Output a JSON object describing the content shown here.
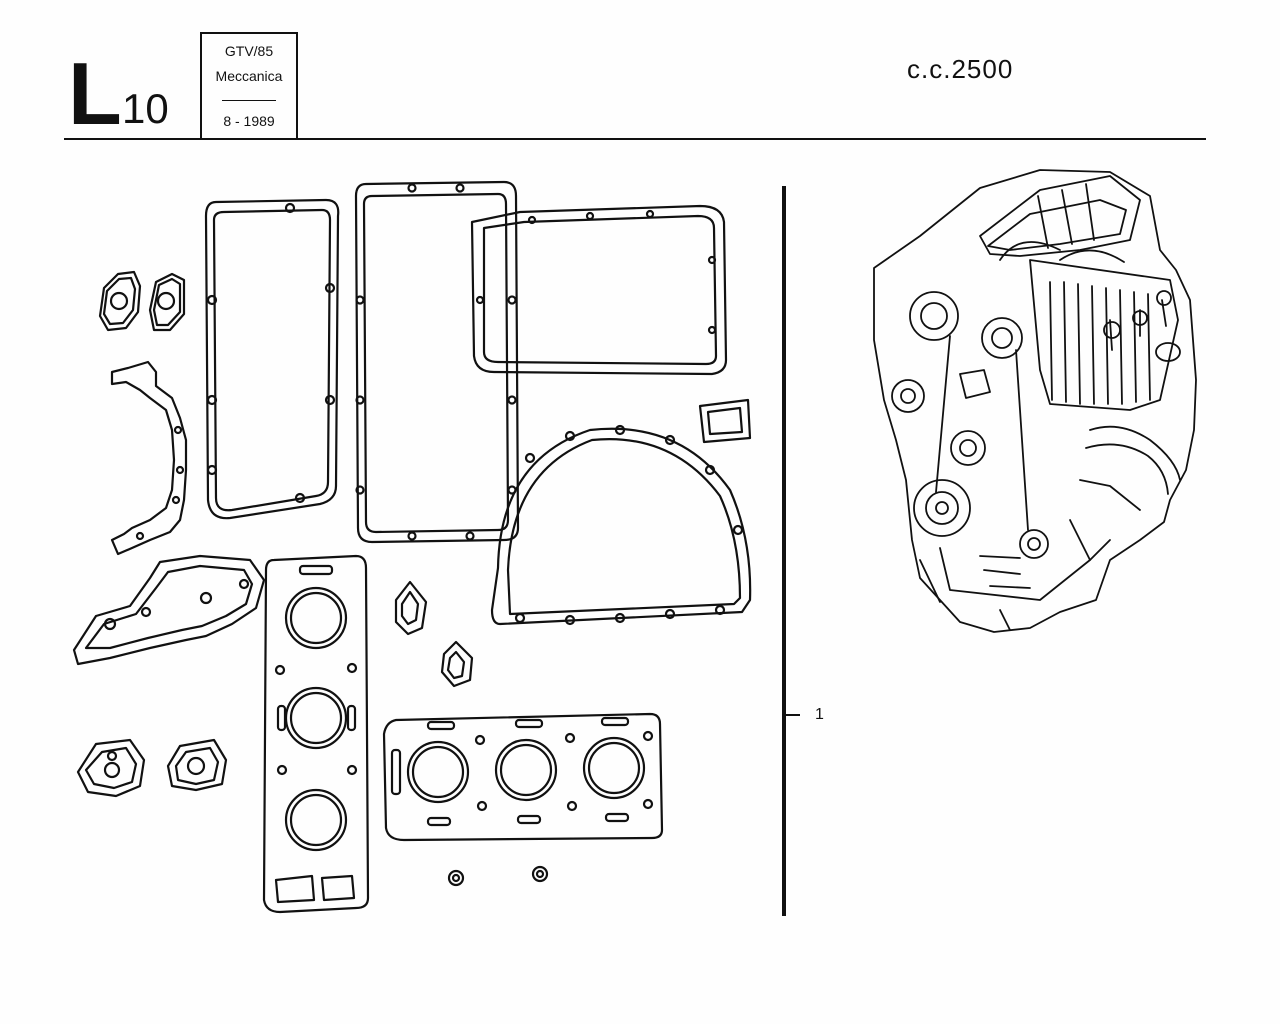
{
  "header": {
    "section_letter": "L",
    "section_number": "10",
    "model": "GTV/85",
    "category": "Meccanica",
    "date": "8 - 1989",
    "displacement": "c.c.2500"
  },
  "callouts": [
    {
      "label": "1"
    }
  ],
  "illustrations": {
    "left_panel": "gasket-set",
    "right_panel": "engine-assembly"
  },
  "colors": {
    "ink": "#111111",
    "paper": "#fefefe"
  }
}
